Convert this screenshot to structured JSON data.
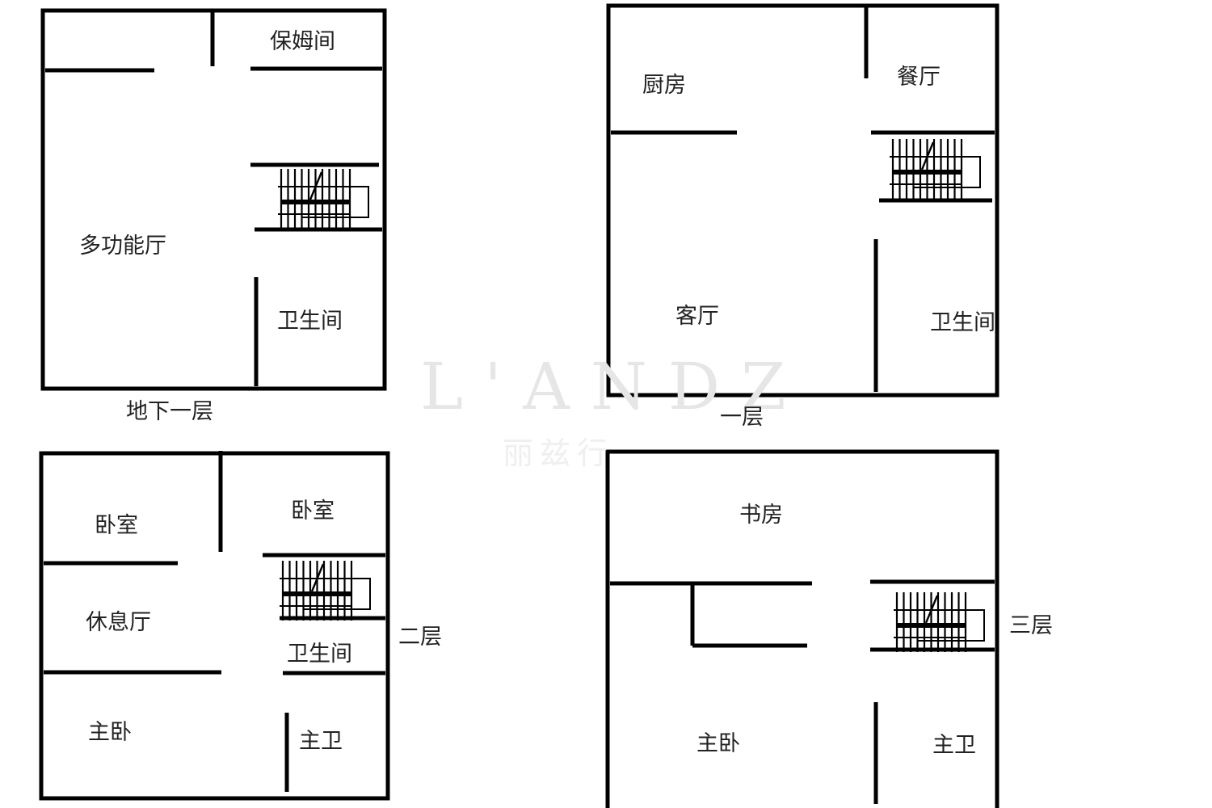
{
  "watermark": {
    "logo": "L'ANDZ",
    "sub": "丽兹行"
  },
  "floors": [
    {
      "floor_label": "地下一层",
      "rooms": [
        "保姆间",
        "多功能厅",
        "卫生间"
      ]
    },
    {
      "floor_label": "一层",
      "rooms": [
        "厨房",
        "餐厅",
        "客厅",
        "卫生间"
      ]
    },
    {
      "floor_label": "二层",
      "rooms": [
        "卧室",
        "卧室",
        "休息厅",
        "卫生间",
        "主卧",
        "主卫"
      ]
    },
    {
      "floor_label": "三层",
      "rooms": [
        "书房",
        "主卧",
        "主卫"
      ]
    }
  ]
}
